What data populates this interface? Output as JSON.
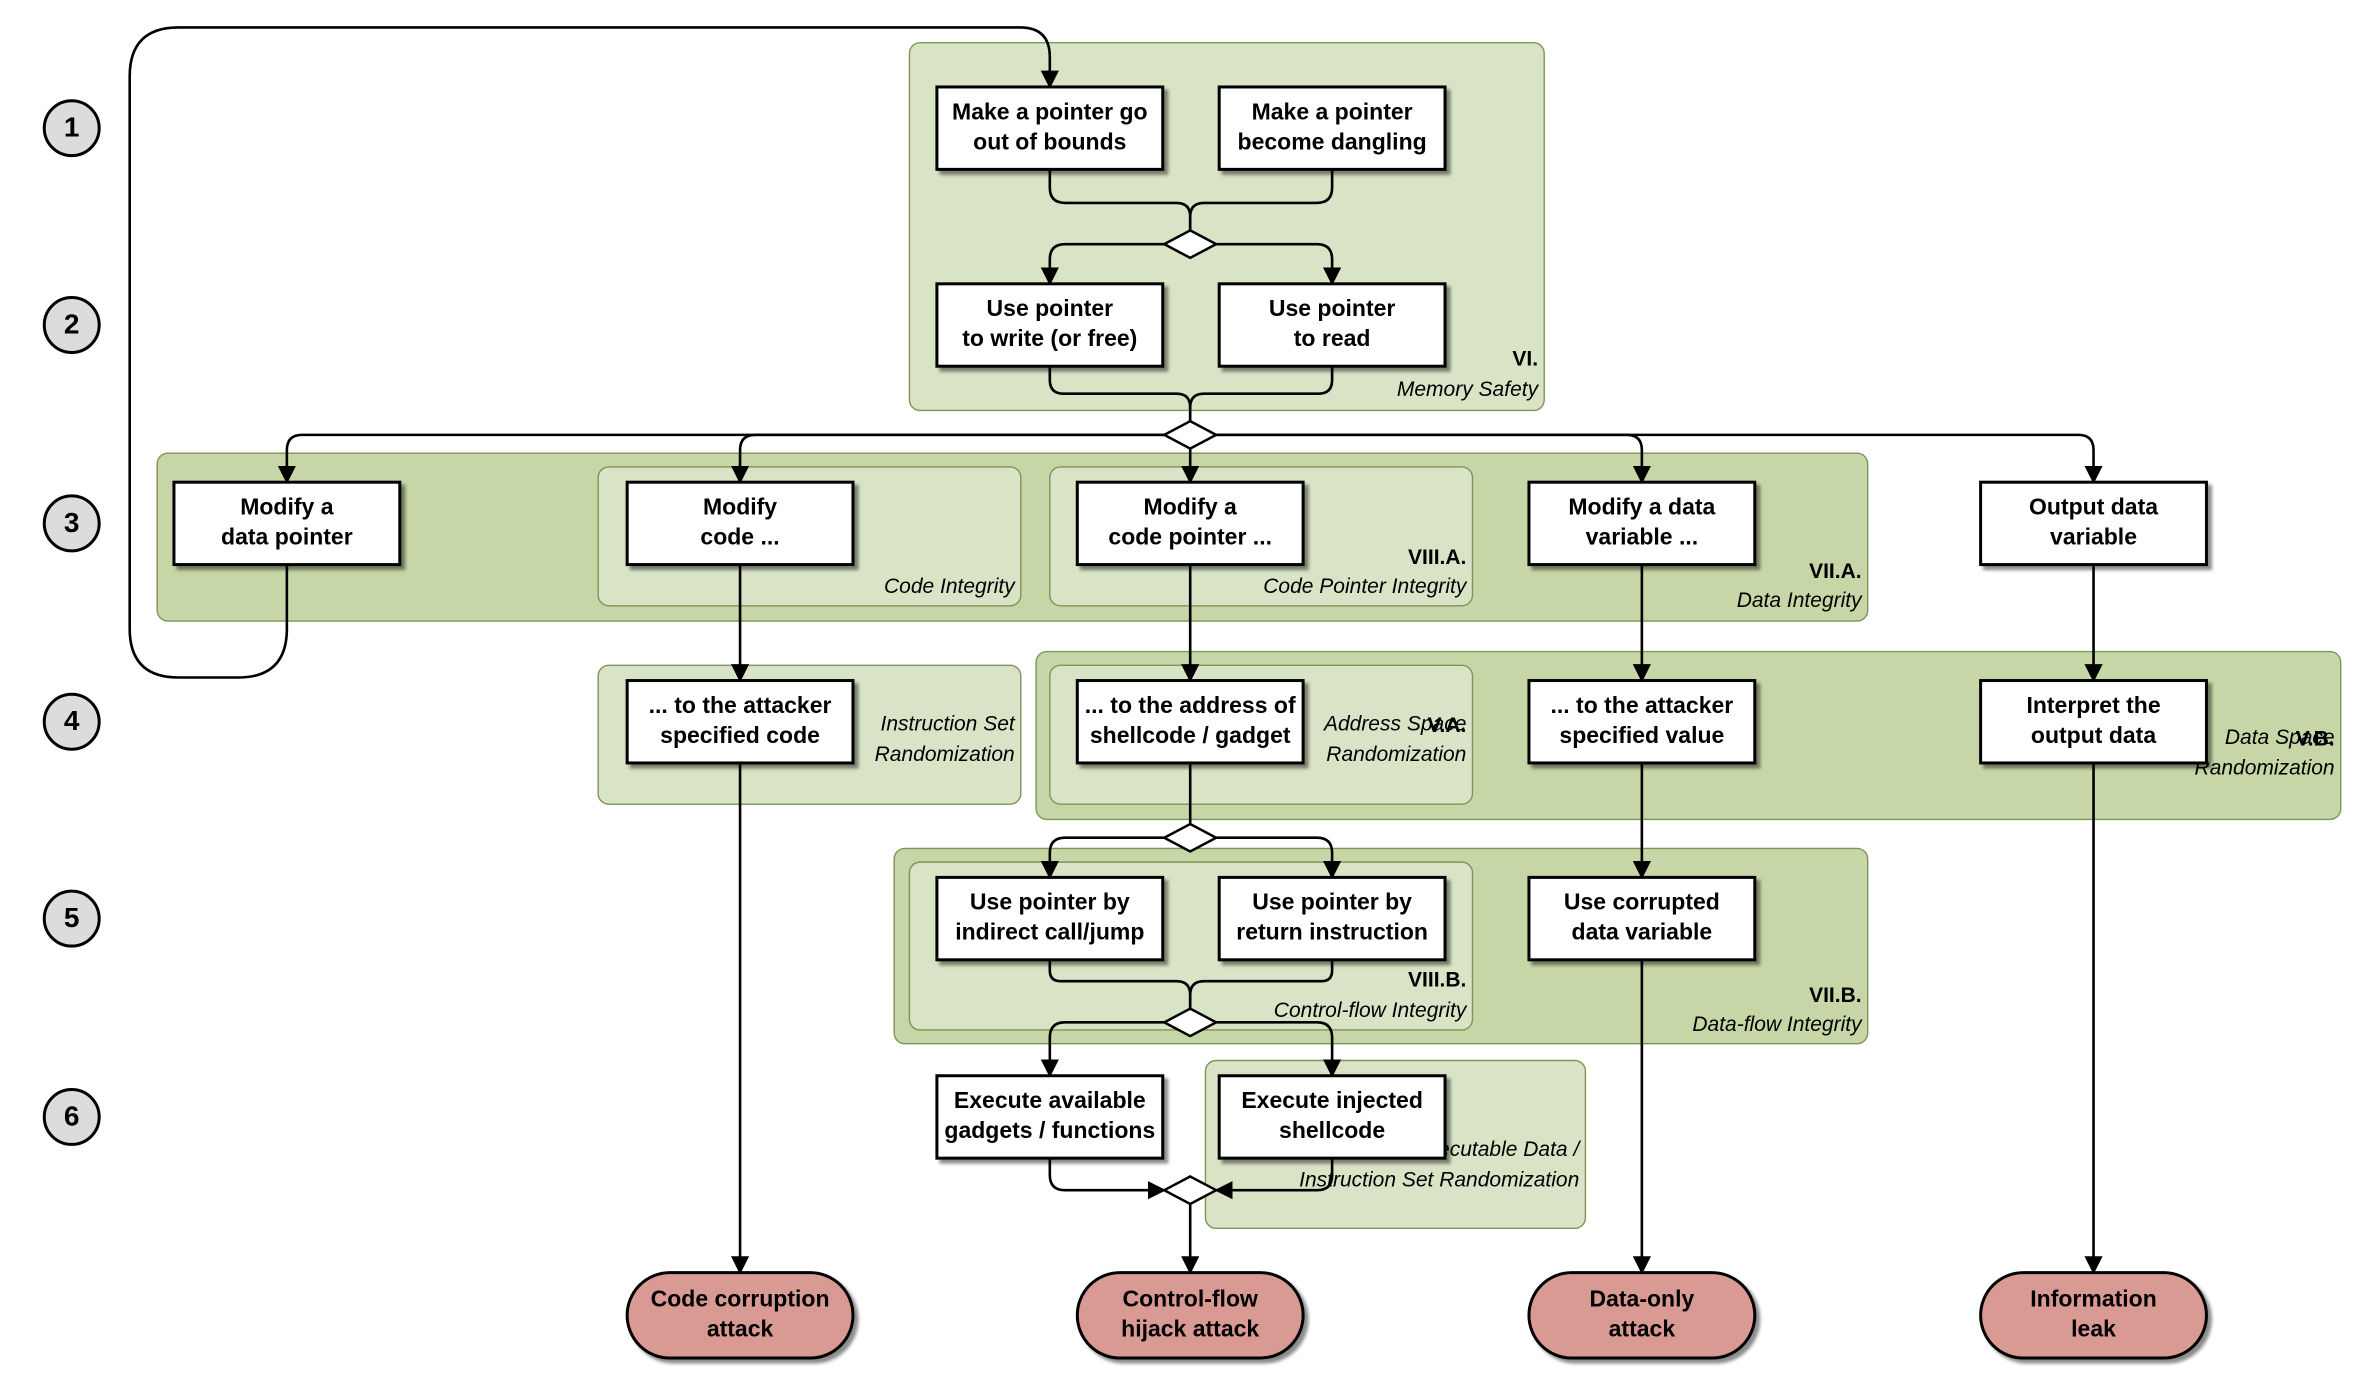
{
  "steps": [
    "1",
    "2",
    "3",
    "4",
    "5",
    "6"
  ],
  "regions": [
    {
      "id": "memory-safety",
      "code": "VI.",
      "name": [
        "Memory Safety"
      ],
      "color": "#d9e3c5"
    },
    {
      "id": "data-integrity",
      "code": "VII.A.",
      "name": [
        "Data Integrity"
      ],
      "color": "#c6d6a7"
    },
    {
      "id": "code-integrity",
      "code": "",
      "name": [
        "Code Integrity"
      ],
      "color": "#d9e3c5"
    },
    {
      "id": "code-pointer-integrity",
      "code": "VIII.A.",
      "name": [
        "Code Pointer Integrity"
      ],
      "color": "#d9e3c5"
    },
    {
      "id": "instruction-set-randomization",
      "code": "",
      "name": [
        "Instruction Set",
        "Randomization"
      ],
      "color": "#d9e3c5"
    },
    {
      "id": "data-space-randomization",
      "code": "V.B.",
      "name": [
        "Data Space",
        "Randomization"
      ],
      "color": "#c6d6a7"
    },
    {
      "id": "address-space-randomization",
      "code": "V.A.",
      "name": [
        "Address Space",
        "Randomization"
      ],
      "color": "#d9e3c5"
    },
    {
      "id": "data-flow-integrity",
      "code": "VII.B.",
      "name": [
        "Data-flow Integrity"
      ],
      "color": "#c6d6a7"
    },
    {
      "id": "control-flow-integrity",
      "code": "VIII.B.",
      "name": [
        "Control-flow Integrity"
      ],
      "color": "#d9e3c5"
    },
    {
      "id": "non-executable-data",
      "code": "",
      "name": [
        "Non-executable Data /",
        "Instruction Set Randomization"
      ],
      "color": "#d9e3c5"
    }
  ],
  "boxes": [
    {
      "id": "pointer-out-of-bounds",
      "lines": [
        "Make a pointer go",
        "out of bounds"
      ]
    },
    {
      "id": "pointer-dangling",
      "lines": [
        "Make a pointer",
        "become dangling"
      ]
    },
    {
      "id": "pointer-write",
      "lines": [
        "Use pointer",
        "to write (or free)"
      ]
    },
    {
      "id": "pointer-read",
      "lines": [
        "Use pointer",
        "to read"
      ]
    },
    {
      "id": "modify-data-pointer",
      "lines": [
        "Modify a",
        "data pointer"
      ]
    },
    {
      "id": "modify-code",
      "lines": [
        "Modify",
        "code ..."
      ]
    },
    {
      "id": "modify-code-pointer",
      "lines": [
        "Modify a",
        "code pointer ..."
      ]
    },
    {
      "id": "modify-data-variable",
      "lines": [
        "Modify  a data",
        "variable ..."
      ]
    },
    {
      "id": "output-data-variable",
      "lines": [
        "Output data",
        "variable"
      ]
    },
    {
      "id": "attacker-code",
      "lines": [
        "... to the attacker",
        "specified code"
      ]
    },
    {
      "id": "shellcode-address",
      "lines": [
        "... to the address of",
        "shellcode / gadget"
      ]
    },
    {
      "id": "attacker-value",
      "lines": [
        "... to the attacker",
        "specified value"
      ]
    },
    {
      "id": "interpret-output",
      "lines": [
        "Interpret the",
        "output data"
      ]
    },
    {
      "id": "indirect-call",
      "lines": [
        "Use pointer by",
        "indirect call/jump"
      ]
    },
    {
      "id": "return-instruction",
      "lines": [
        "Use pointer by",
        "return instruction"
      ]
    },
    {
      "id": "corrupted-data",
      "lines": [
        "Use corrupted",
        "data variable"
      ]
    },
    {
      "id": "execute-gadgets",
      "lines": [
        "Execute available",
        "gadgets / functions"
      ]
    },
    {
      "id": "execute-shellcode",
      "lines": [
        "Execute injected",
        "shellcode"
      ]
    }
  ],
  "outcomes": [
    {
      "id": "code-corruption",
      "lines": [
        "Code corruption",
        "attack"
      ]
    },
    {
      "id": "control-flow-hijack",
      "lines": [
        "Control-flow",
        "hijack attack"
      ]
    },
    {
      "id": "data-only",
      "lines": [
        "Data-only",
        "attack"
      ]
    },
    {
      "id": "information-leak",
      "lines": [
        "Information",
        "leak"
      ]
    }
  ],
  "colors": {
    "outcome_fill": "#d99a93",
    "step_circle_fill": "#dcdcdc",
    "box_fill": "#ffffff",
    "stroke": "#000000"
  }
}
